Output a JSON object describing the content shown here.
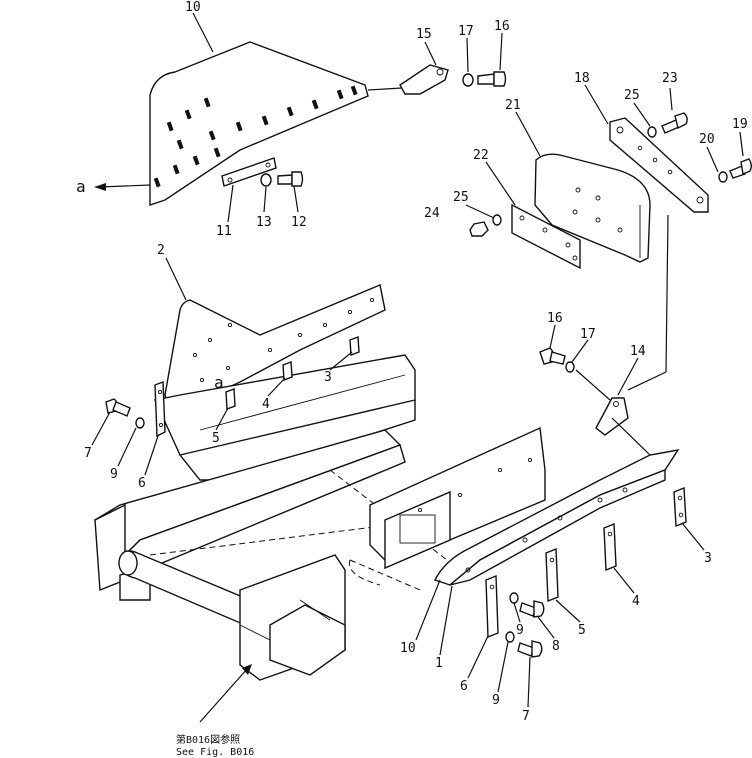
{
  "callouts": [
    {
      "id": "c10a",
      "text": "10"
    },
    {
      "id": "c15",
      "text": "15"
    },
    {
      "id": "c17a",
      "text": "17"
    },
    {
      "id": "c16a",
      "text": "16"
    },
    {
      "id": "c18",
      "text": "18"
    },
    {
      "id": "c23",
      "text": "23"
    },
    {
      "id": "c25a",
      "text": "25"
    },
    {
      "id": "c19",
      "text": "19"
    },
    {
      "id": "c20",
      "text": "20"
    },
    {
      "id": "c21",
      "text": "21"
    },
    {
      "id": "c22",
      "text": "22"
    },
    {
      "id": "c25b",
      "text": "25"
    },
    {
      "id": "c24",
      "text": "24"
    },
    {
      "id": "c11",
      "text": "11"
    },
    {
      "id": "c13",
      "text": "13"
    },
    {
      "id": "c12",
      "text": "12"
    },
    {
      "id": "c2",
      "text": "2"
    },
    {
      "id": "c3a",
      "text": "3"
    },
    {
      "id": "c4a",
      "text": "4"
    },
    {
      "id": "c5a",
      "text": "5"
    },
    {
      "id": "c7a",
      "text": "7"
    },
    {
      "id": "c9a",
      "text": "9"
    },
    {
      "id": "c6a",
      "text": "6"
    },
    {
      "id": "c16b",
      "text": "16"
    },
    {
      "id": "c17b",
      "text": "17"
    },
    {
      "id": "c14",
      "text": "14"
    },
    {
      "id": "c3b",
      "text": "3"
    },
    {
      "id": "c4b",
      "text": "4"
    },
    {
      "id": "c5b",
      "text": "5"
    },
    {
      "id": "c9b",
      "text": "9"
    },
    {
      "id": "c8",
      "text": "8"
    },
    {
      "id": "c10b",
      "text": "10"
    },
    {
      "id": "c1",
      "text": "1"
    },
    {
      "id": "c6b",
      "text": "6"
    },
    {
      "id": "c9c",
      "text": "9"
    },
    {
      "id": "c7b",
      "text": "7"
    }
  ],
  "view_markers": [
    {
      "id": "a1",
      "text": "a"
    },
    {
      "id": "a2",
      "text": "a"
    }
  ],
  "reference_note": {
    "line1": "第B016図参照",
    "line2": "See Fig. B016"
  }
}
